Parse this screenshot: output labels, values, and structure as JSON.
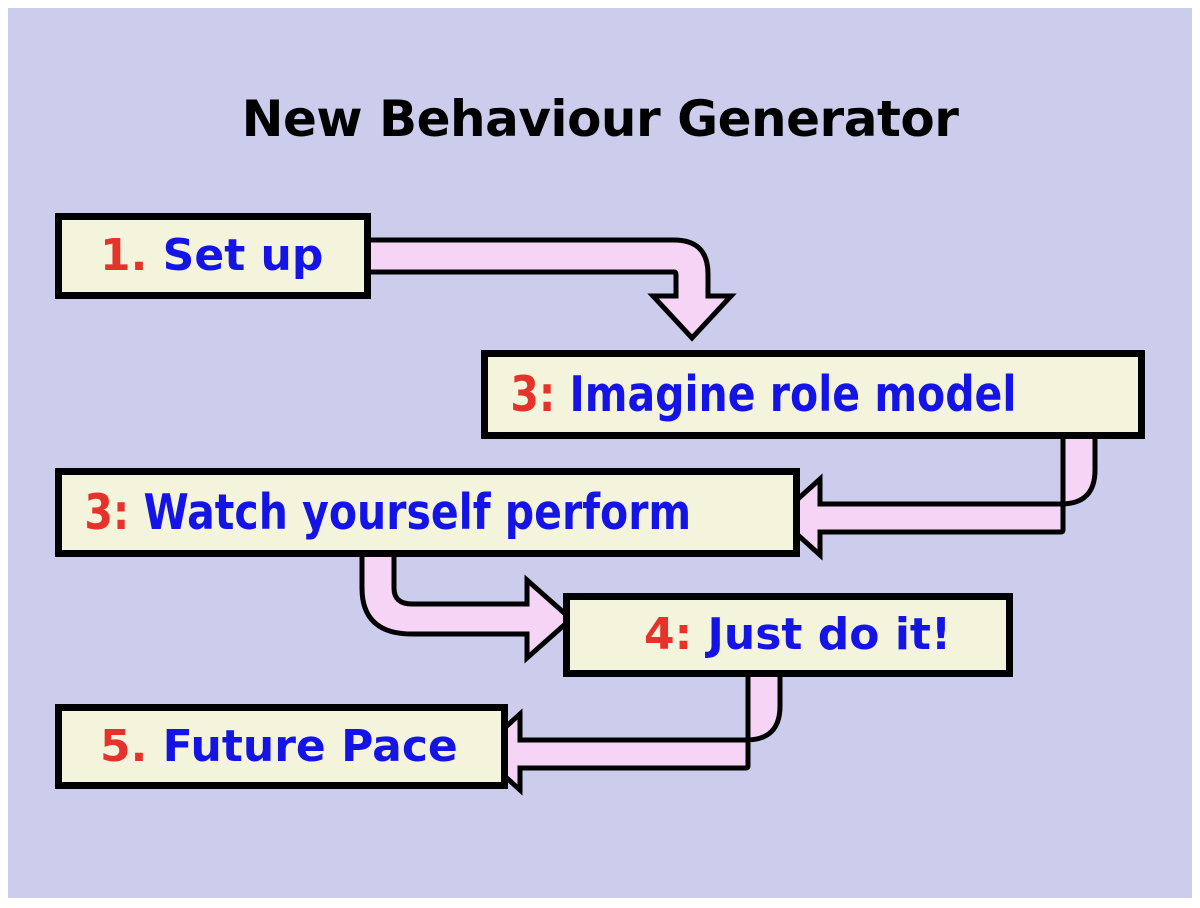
{
  "slide": {
    "title": "New Behaviour Generator",
    "background_color": "#ccccec",
    "page_border_color": "#ffffff"
  },
  "style": {
    "node_fill": "#f4f4dc",
    "node_border": "#000000",
    "number_color": "#e5332b",
    "label_color": "#1414e6",
    "arrow_fill": "#f5d4f5",
    "arrow_stroke": "#000000",
    "title_color": "#000000"
  },
  "diagram": {
    "type": "flowchart",
    "orientation": "zig-zag top-to-bottom",
    "nodes": [
      {
        "id": "node-1",
        "number": "1.",
        "label": "Set up"
      },
      {
        "id": "node-2",
        "number": "3:",
        "label": "Imagine role model"
      },
      {
        "id": "node-3",
        "number": "3:",
        "label": "Watch yourself perform"
      },
      {
        "id": "node-4",
        "number": "4:",
        "label": "Just do it!"
      },
      {
        "id": "node-5",
        "number": "5.",
        "label": "Future Pace"
      }
    ],
    "edges": [
      {
        "id": "edge-1",
        "from": "node-1",
        "to": "node-2",
        "path": "right-then-down",
        "head": "down"
      },
      {
        "id": "edge-2",
        "from": "node-2",
        "to": "node-3",
        "path": "down-then-left",
        "head": "left"
      },
      {
        "id": "edge-3",
        "from": "node-3",
        "to": "node-4",
        "path": "down-then-right",
        "head": "right"
      },
      {
        "id": "edge-4",
        "from": "node-4",
        "to": "node-5",
        "path": "down-then-left",
        "head": "left"
      }
    ]
  }
}
